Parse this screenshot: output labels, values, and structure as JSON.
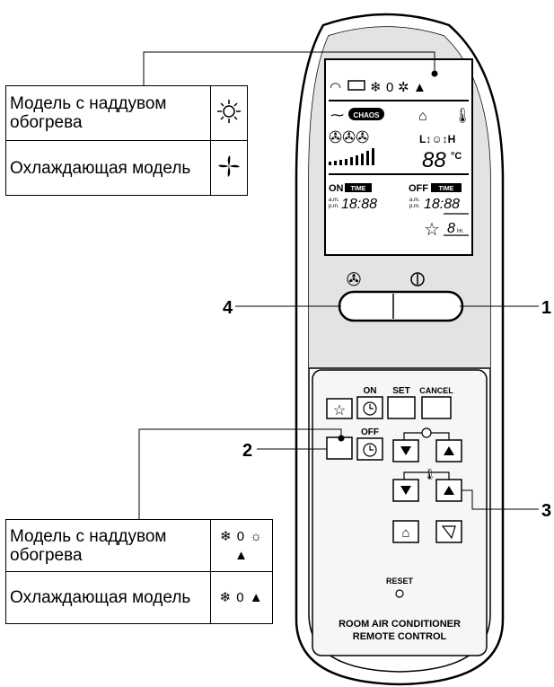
{
  "callouts": {
    "c1": "1",
    "c2": "2",
    "c3": "3",
    "c4": "4"
  },
  "top_table": [
    {
      "label": "Модель с наддувом обогрева",
      "icon": "sun-icon"
    },
    {
      "label": "Охлаждающая модель",
      "icon": "fan-blades-icon"
    }
  ],
  "bottom_table": [
    {
      "label": "Модель с наддувом обогрева",
      "icons": "❄ 0 ☼ ▲",
      "icon_names": [
        "snowflake-icon",
        "drop-icon",
        "sun-icon",
        "dry-icon"
      ]
    },
    {
      "label": "Охлаждающая модель",
      "icons": "❄ 0 ▲",
      "icon_names": [
        "snowflake-icon",
        "drop-icon",
        "dry-icon"
      ]
    }
  ],
  "display": {
    "chaos": "CHAOS",
    "fan_level": "L↕☺↕H",
    "temp": "88",
    "temp_unit": "°C",
    "on_label": "ON",
    "off_label": "OFF",
    "time_tag": "TIME",
    "am": "a.m.",
    "pm": "p.m.",
    "on_time": "18:88",
    "off_time": "18:88",
    "sleep_hours": "8",
    "hr": "Hr."
  },
  "buttons": {
    "on": "ON",
    "off": "OFF",
    "set": "SET",
    "cancel": "CANCEL",
    "reset": "RESET"
  },
  "footer": {
    "line1": "ROOM AIR CONDITIONER",
    "line2": "REMOTE CONTROL"
  }
}
